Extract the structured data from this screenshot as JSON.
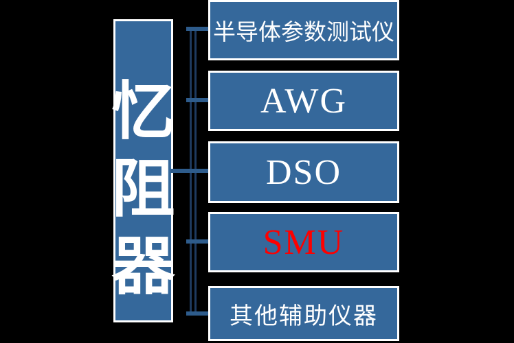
{
  "diagram": {
    "background_color": "#000000",
    "node_fill_color": "#35689B",
    "node_border_color": "#FFFFFF",
    "connector_trunk_color": "#1E3A5F",
    "connector_branch_color": "#2E5C8C"
  },
  "root": {
    "label": "忆阻器",
    "chars": [
      "忆",
      "阻",
      "器"
    ],
    "label_style": "color:#ffffff"
  },
  "children": [
    {
      "label": "半导体参数测试仪",
      "label_style": "color:#ffffff"
    },
    {
      "label": "AWG",
      "label_style": "color:#ffffff"
    },
    {
      "label": "DSO",
      "label_style": "color:#ffffff"
    },
    {
      "label": "SMU",
      "label_style": "color:#fe0000"
    },
    {
      "label": "其他辅助仪器",
      "label_style": "color:#ffffff"
    }
  ]
}
